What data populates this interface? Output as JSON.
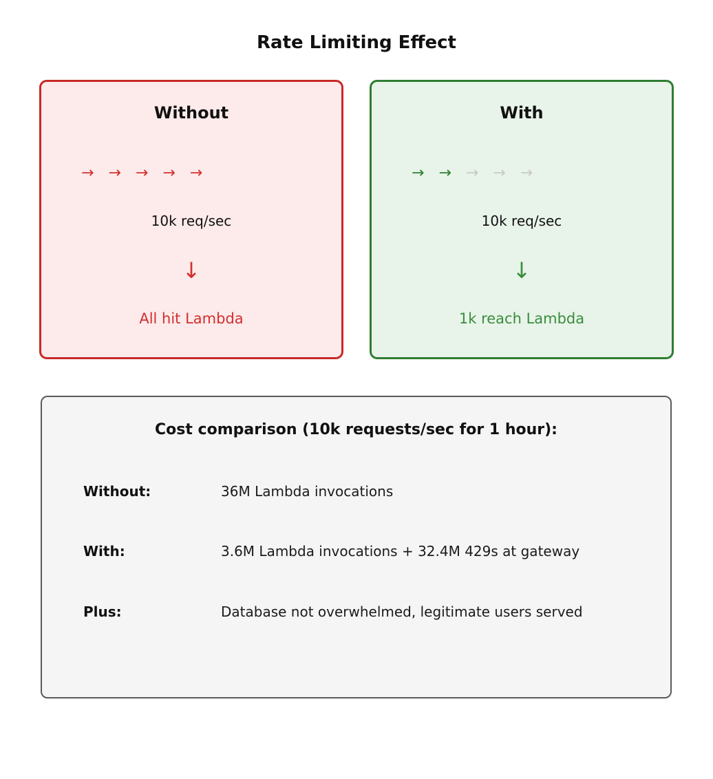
{
  "title": "Rate Limiting Effect",
  "colors": {
    "red_border": "#c62828",
    "red_bg": "#fdeaea",
    "red_text": "#d32f2f",
    "green_border": "#2e7d32",
    "green_arrow": "#2e7d32",
    "green_text": "#388e3c",
    "green_bg": "#e8f3e9",
    "gray_arrow": "#c9c9c9",
    "box_border": "#5a5a5a",
    "box_bg": "#f5f5f5"
  },
  "panels": [
    {
      "title": "Without",
      "arrows": [
        {
          "glyph": "→",
          "tone": "tone-red"
        },
        {
          "glyph": "→",
          "tone": "tone-red"
        },
        {
          "glyph": "→",
          "tone": "tone-red"
        },
        {
          "glyph": "→",
          "tone": "tone-red"
        },
        {
          "glyph": "→",
          "tone": "tone-red"
        }
      ],
      "rate_label": "10k req/sec",
      "down_arrow": "↓",
      "result_label": "All hit Lambda"
    },
    {
      "title": "With",
      "arrows": [
        {
          "glyph": "→",
          "tone": "tone-green"
        },
        {
          "glyph": "→",
          "tone": "tone-green"
        },
        {
          "glyph": "→",
          "tone": "tone-dim"
        },
        {
          "glyph": "→",
          "tone": "tone-dim"
        },
        {
          "glyph": "→",
          "tone": "tone-dim"
        }
      ],
      "rate_label": "10k req/sec",
      "down_arrow": "↓",
      "result_label": "1k reach Lambda"
    }
  ],
  "cost_box": {
    "title": "Cost comparison (10k requests/sec for 1 hour):",
    "rows": [
      {
        "label": "Without:",
        "value": "36M Lambda invocations"
      },
      {
        "label": "With:",
        "value": "3.6M Lambda invocations + 32.4M 429s at gateway"
      },
      {
        "label": "Plus:",
        "value": "Database not overwhelmed, legitimate users served"
      }
    ]
  }
}
